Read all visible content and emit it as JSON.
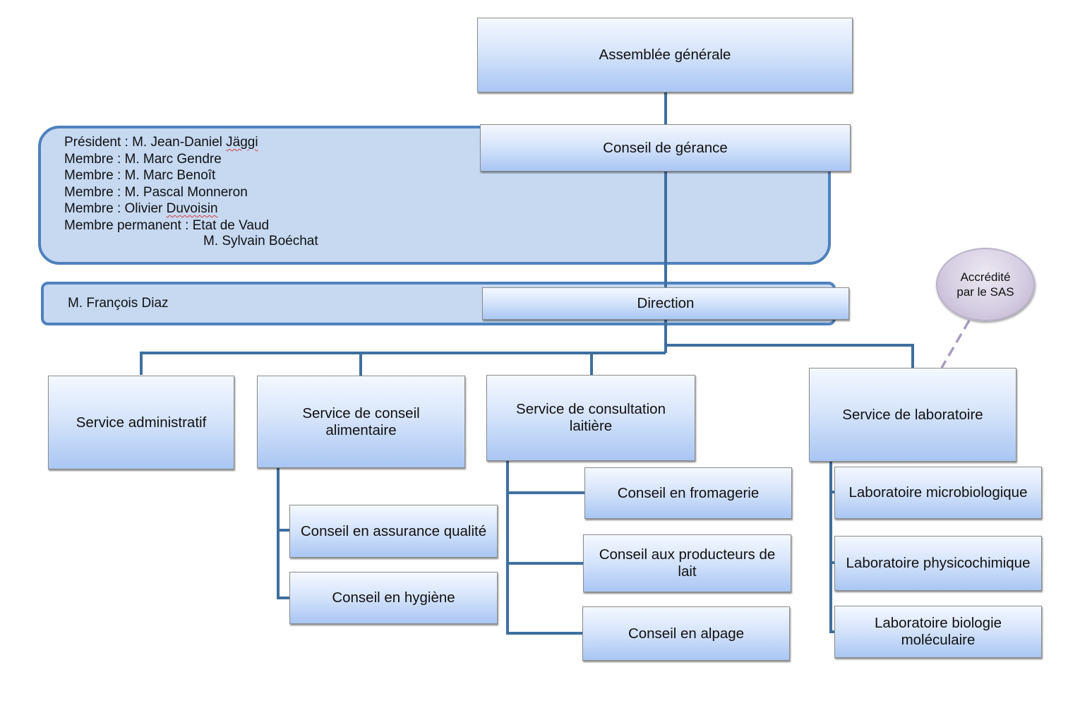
{
  "org_chart": {
    "assembly": "Assemblée générale",
    "board": {
      "title": "Conseil de gérance",
      "members": [
        "Président : M. Jean-Daniel Jäggi",
        "Membre : M. Marc Gendre",
        "Membre : M. Marc Benoît",
        "Membre : M. Pascal Monneron",
        "Membre : Olivier Duvoisin",
        "Membre permanent : Etat de Vaud"
      ],
      "member_continuation": "M. Sylvain Boéchat"
    },
    "direction": {
      "title": "Direction",
      "director": "M. François Diaz"
    },
    "accreditation": "Accrédité par le SAS",
    "services": {
      "administrative": "Service administratif",
      "food_advice": {
        "title": "Service de conseil alimentaire",
        "children": [
          "Conseil en assurance qualité",
          "Conseil en hygiène"
        ]
      },
      "dairy_consultation": {
        "title": "Service de consultation laitière",
        "children": [
          "Conseil en fromagerie",
          "Conseil aux producteurs de lait",
          "Conseil en alpage"
        ]
      },
      "laboratory": {
        "title": "Service de laboratoire",
        "children": [
          "Laboratoire microbiologique",
          "Laboratoire physicochimique",
          "Laboratoire biologie moléculaire"
        ]
      }
    }
  },
  "colors": {
    "connector": "#3f6f9f",
    "panel_fill": "#c6d9f1",
    "panel_border": "#4f81bd",
    "box_gradient_top": "#f4f8ff",
    "box_gradient_bottom": "#a9c6f3",
    "badge_fill": "#d6cee3",
    "dashed_link": "#a99cbf"
  }
}
